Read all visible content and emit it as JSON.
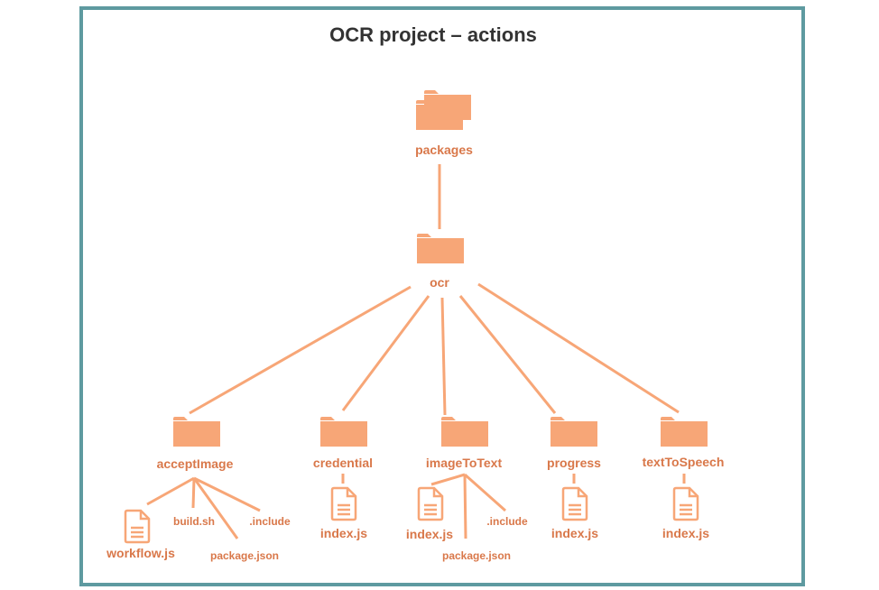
{
  "title": "OCR project – actions",
  "folders": {
    "packages": "packages",
    "ocr": "ocr",
    "acceptImage": "acceptImage",
    "credential": "credential",
    "imageToText": "imageToText",
    "progress": "progress",
    "textToSpeech": "textToSpeech"
  },
  "files": {
    "accept_workflow": "workflow.js",
    "accept_build": "build.sh",
    "accept_package": "package.json",
    "accept_include": ".include",
    "credential_index": "index.js",
    "itt_index": "index.js",
    "itt_package": "package.json",
    "itt_include": ".include",
    "progress_index": "index.js",
    "tts_index": "index.js"
  },
  "colors": {
    "accent": "#f7a677",
    "text": "#d9784a",
    "frame": "#5e9aa0"
  },
  "icons": {
    "folder": "folder-icon",
    "file": "file-icon"
  }
}
